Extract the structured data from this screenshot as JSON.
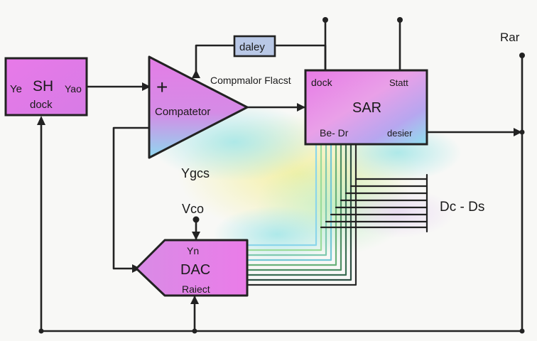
{
  "colors": {
    "block_fill": "#e47de6",
    "wire": "#222222",
    "wash_yellow": "#f3f2a0",
    "wash_cyan": "#9fe6e6",
    "wash_green": "#b8eec2"
  },
  "labels": {
    "sh_ve": "Ye",
    "sh_title": "SH",
    "sh_vout": "Yao",
    "sh_clock": "dock",
    "comp_plus": "+",
    "comp_title": "Compatetor",
    "comp_annot": "Compmalor Flacst",
    "delay": "daley",
    "sar_clock": "dock",
    "sar_start": "Statt",
    "sar_title": "SAR",
    "sar_bits": "Be- Dr",
    "sar_desr": "desier",
    "ref_top": "Rar",
    "vgcs": "Ygcs",
    "vcc": "Vco",
    "dac_vin": "Yn",
    "dac_title": "DAC",
    "dac_reset": "Raiect",
    "data_out": "Dc - Ds"
  }
}
